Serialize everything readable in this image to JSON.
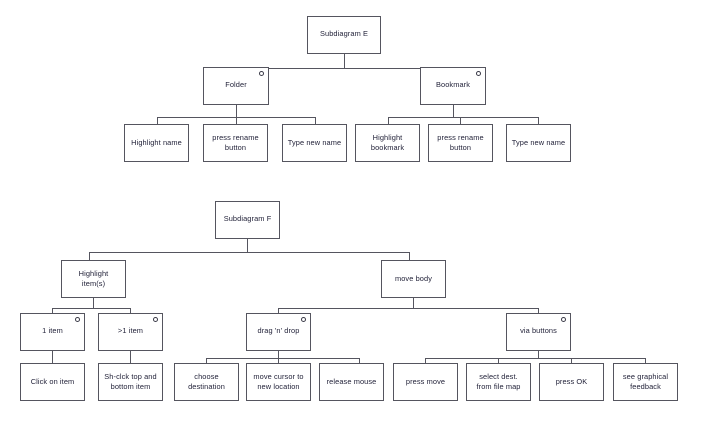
{
  "diagram": {
    "type": "hierarchical-task-analysis",
    "background_color": "#ffffff",
    "box_border_color": "#55555f",
    "text_color": "#23233a",
    "choice_marker": "o",
    "subdiagrams": [
      {
        "id": "E",
        "root": {
          "label": "Subdiagram E",
          "choice": false
        },
        "levels": [
          [
            {
              "label": "Folder",
              "choice": true
            },
            {
              "label": "Bookmark",
              "choice": true
            }
          ],
          [
            {
              "label": "Highlight name",
              "choice": false
            },
            {
              "label": "press rename\nbutton",
              "choice": false
            },
            {
              "label": "Type new name",
              "choice": false
            },
            {
              "label": "Highlight\nbookmark",
              "choice": false
            },
            {
              "label": "press rename\nbutton",
              "choice": false
            },
            {
              "label": "Type new name",
              "choice": false
            }
          ]
        ]
      },
      {
        "id": "F",
        "root": {
          "label": "Subdiagram F",
          "choice": false
        },
        "levels": [
          [
            {
              "label": "Highlight\nitem(s)",
              "choice": false
            },
            {
              "label": "move body",
              "choice": false
            }
          ],
          [
            {
              "label": "1 item",
              "choice": true
            },
            {
              "label": ">1 item",
              "choice": true
            },
            {
              "label": "drag 'n' drop",
              "choice": true
            },
            {
              "label": "via buttons",
              "choice": true
            }
          ],
          [
            {
              "label": "Click on item",
              "choice": false
            },
            {
              "label": "Sh-clck top and\nbottom item",
              "choice": false
            },
            {
              "label": "choose\ndestination",
              "choice": false
            },
            {
              "label": "move cursor to\nnew location",
              "choice": false
            },
            {
              "label": "release mouse",
              "choice": false
            },
            {
              "label": "press move",
              "choice": false
            },
            {
              "label": "select dest.\nfrom file map",
              "choice": false
            },
            {
              "label": "press OK",
              "choice": false
            },
            {
              "label": "see graphical\nfeedback",
              "choice": false
            }
          ]
        ]
      }
    ],
    "nodes": {
      "e_root": "Subdiagram E",
      "e_folder": "Folder",
      "e_bookmark": "Bookmark",
      "e_hl_name": "Highlight name",
      "e_rename_1": "press rename\nbutton",
      "e_type_1": "Type new name",
      "e_hl_bookmark": "Highlight\nbookmark",
      "e_rename_2": "press rename\nbutton",
      "e_type_2": "Type new name",
      "f_root": "Subdiagram F",
      "f_highlight": "Highlight\nitem(s)",
      "f_move_body": "move body",
      "f_one_item": "1 item",
      "f_many_items": ">1 item",
      "f_drag_drop": "drag 'n' drop",
      "f_via_buttons": "via buttons",
      "f_click_item": "Click on item",
      "f_sh_click": "Sh-clck top and\nbottom item",
      "f_choose_dest": "choose\ndestination",
      "f_move_cursor": "move cursor to\nnew location",
      "f_release": "release mouse",
      "f_press_move": "press move",
      "f_select_dest": "select dest.\nfrom file map",
      "f_press_ok": "press OK",
      "f_feedback": "see graphical\nfeedback"
    }
  }
}
